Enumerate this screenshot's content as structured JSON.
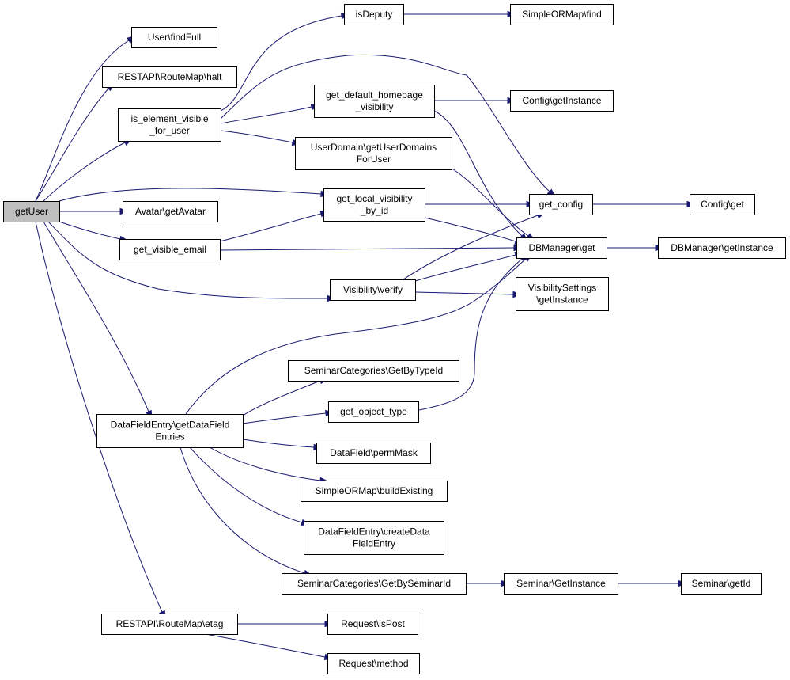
{
  "nodes": [
    {
      "id": "getUser",
      "lines": [
        "getUser"
      ],
      "root": true
    },
    {
      "id": "userFindFull",
      "lines": [
        "User\\findFull"
      ]
    },
    {
      "id": "routeHalt",
      "lines": [
        "RESTAPI\\RouteMap\\halt"
      ]
    },
    {
      "id": "isElementVisible",
      "lines": [
        "is_element_visible",
        "_for_user"
      ]
    },
    {
      "id": "avatar",
      "lines": [
        "Avatar\\getAvatar"
      ]
    },
    {
      "id": "getVisibleEmail",
      "lines": [
        "get_visible_email"
      ]
    },
    {
      "id": "isDeputy",
      "lines": [
        "isDeputy"
      ]
    },
    {
      "id": "ormFind",
      "lines": [
        "SimpleORMap\\find"
      ]
    },
    {
      "id": "getDefaultHomepage",
      "lines": [
        "get_default_homepage",
        "_visibility"
      ]
    },
    {
      "id": "configGetInstance",
      "lines": [
        "Config\\getInstance"
      ]
    },
    {
      "id": "userDomain",
      "lines": [
        "UserDomain\\getUserDomains",
        "ForUser"
      ]
    },
    {
      "id": "getLocalVisibility",
      "lines": [
        "get_local_visibility",
        "_by_id"
      ]
    },
    {
      "id": "getConfig",
      "lines": [
        "get_config"
      ]
    },
    {
      "id": "configGet",
      "lines": [
        "Config\\get"
      ]
    },
    {
      "id": "dbGet",
      "lines": [
        "DBManager\\get"
      ]
    },
    {
      "id": "dbGetInstance",
      "lines": [
        "DBManager\\getInstance"
      ]
    },
    {
      "id": "visibilityVerify",
      "lines": [
        "Visibility\\verify"
      ]
    },
    {
      "id": "visibilitySettings",
      "lines": [
        "VisibilitySettings",
        "\\getInstance"
      ]
    },
    {
      "id": "semCatByType",
      "lines": [
        "SeminarCategories\\GetByTypeId"
      ]
    },
    {
      "id": "getObjectType",
      "lines": [
        "get_object_type"
      ]
    },
    {
      "id": "dataFieldEntries",
      "lines": [
        "DataFieldEntry\\getDataField",
        "Entries"
      ]
    },
    {
      "id": "dataFieldPerm",
      "lines": [
        "DataField\\permMask"
      ]
    },
    {
      "id": "ormBuild",
      "lines": [
        "SimpleORMap\\buildExisting"
      ]
    },
    {
      "id": "createDataField",
      "lines": [
        "DataFieldEntry\\createData",
        "FieldEntry"
      ]
    },
    {
      "id": "semCatBySeminar",
      "lines": [
        "SeminarCategories\\GetBySeminarId"
      ]
    },
    {
      "id": "seminarGetInstance",
      "lines": [
        "Seminar\\GetInstance"
      ]
    },
    {
      "id": "seminarGetId",
      "lines": [
        "Seminar\\getId"
      ]
    },
    {
      "id": "routeEtag",
      "lines": [
        "RESTAPI\\RouteMap\\etag"
      ]
    },
    {
      "id": "requestIsPost",
      "lines": [
        "Request\\isPost"
      ]
    },
    {
      "id": "requestMethod",
      "lines": [
        "Request\\method"
      ]
    }
  ],
  "edges": [
    {
      "from": "getUser",
      "to": "userFindFull"
    },
    {
      "from": "getUser",
      "to": "routeHalt"
    },
    {
      "from": "getUser",
      "to": "isElementVisible"
    },
    {
      "from": "getUser",
      "to": "avatar"
    },
    {
      "from": "getUser",
      "to": "getVisibleEmail"
    },
    {
      "from": "getUser",
      "to": "getLocalVisibility"
    },
    {
      "from": "getUser",
      "to": "visibilityVerify"
    },
    {
      "from": "getUser",
      "to": "dataFieldEntries"
    },
    {
      "from": "getUser",
      "to": "routeEtag"
    },
    {
      "from": "isElementVisible",
      "to": "isDeputy"
    },
    {
      "from": "isElementVisible",
      "to": "getDefaultHomepage"
    },
    {
      "from": "isElementVisible",
      "to": "userDomain"
    },
    {
      "from": "isElementVisible",
      "to": "getConfig"
    },
    {
      "from": "isDeputy",
      "to": "ormFind"
    },
    {
      "from": "getDefaultHomepage",
      "to": "configGetInstance"
    },
    {
      "from": "getDefaultHomepage",
      "to": "dbGet"
    },
    {
      "from": "userDomain",
      "to": "dbGet"
    },
    {
      "from": "getVisibleEmail",
      "to": "getLocalVisibility"
    },
    {
      "from": "getVisibleEmail",
      "to": "dbGet"
    },
    {
      "from": "getLocalVisibility",
      "to": "getConfig"
    },
    {
      "from": "getLocalVisibility",
      "to": "dbGet"
    },
    {
      "from": "getConfig",
      "to": "configGet"
    },
    {
      "from": "dbGet",
      "to": "dbGetInstance"
    },
    {
      "from": "visibilityVerify",
      "to": "getConfig"
    },
    {
      "from": "visibilityVerify",
      "to": "dbGet"
    },
    {
      "from": "visibilityVerify",
      "to": "visibilitySettings"
    },
    {
      "from": "dataFieldEntries",
      "to": "dbGet"
    },
    {
      "from": "dataFieldEntries",
      "to": "semCatByType"
    },
    {
      "from": "dataFieldEntries",
      "to": "getObjectType"
    },
    {
      "from": "dataFieldEntries",
      "to": "dataFieldPerm"
    },
    {
      "from": "dataFieldEntries",
      "to": "ormBuild"
    },
    {
      "from": "dataFieldEntries",
      "to": "createDataField"
    },
    {
      "from": "dataFieldEntries",
      "to": "semCatBySeminar"
    },
    {
      "from": "getObjectType",
      "to": "dbGet"
    },
    {
      "from": "semCatBySeminar",
      "to": "seminarGetInstance"
    },
    {
      "from": "seminarGetInstance",
      "to": "seminarGetId"
    },
    {
      "from": "routeEtag",
      "to": "requestIsPost"
    },
    {
      "from": "routeEtag",
      "to": "requestMethod"
    }
  ]
}
